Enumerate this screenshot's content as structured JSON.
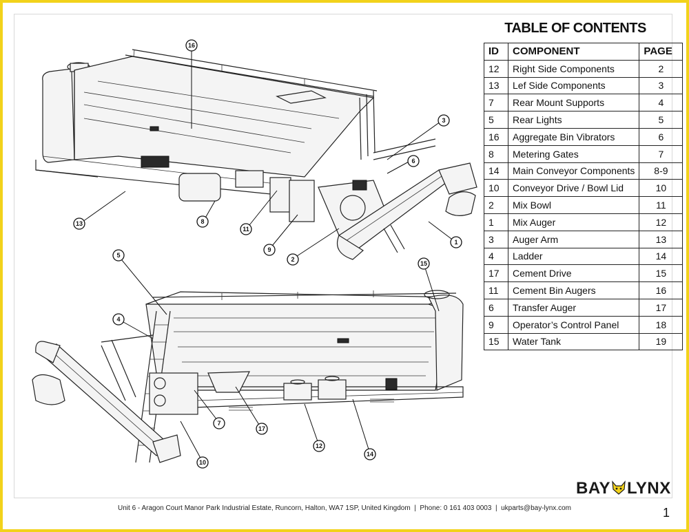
{
  "toc": {
    "title": "TABLE OF CONTENTS",
    "headers": {
      "id": "ID",
      "component": "COMPONENT",
      "page": "PAGE"
    },
    "rows": [
      {
        "id": "12",
        "component": "Right Side Components",
        "page": "2"
      },
      {
        "id": "13",
        "component": "Lef Side Components",
        "page": "3"
      },
      {
        "id": "7",
        "component": "Rear Mount Supports",
        "page": "4"
      },
      {
        "id": "5",
        "component": "Rear Lights",
        "page": "5"
      },
      {
        "id": "16",
        "component": "Aggregate Bin Vibrators",
        "page": "6"
      },
      {
        "id": "8",
        "component": "Metering Gates",
        "page": "7"
      },
      {
        "id": "14",
        "component": "Main Conveyor Components",
        "page": "8-9"
      },
      {
        "id": "10",
        "component": "Conveyor Drive / Bowl Lid",
        "page": "10"
      },
      {
        "id": "2",
        "component": "Mix Bowl",
        "page": "11"
      },
      {
        "id": "1",
        "component": "Mix Auger",
        "page": "12"
      },
      {
        "id": "3",
        "component": "Auger Arm",
        "page": "13"
      },
      {
        "id": "4",
        "component": "Ladder",
        "page": "14"
      },
      {
        "id": "17",
        "component": "Cement Drive",
        "page": "15"
      },
      {
        "id": "11",
        "component": "Cement Bin Augers",
        "page": "16"
      },
      {
        "id": "6",
        "component": "Transfer Auger",
        "page": "17"
      },
      {
        "id": "9",
        "component": "Operator’s Control Panel",
        "page": "18"
      },
      {
        "id": "15",
        "component": "Water Tank",
        "page": "19"
      }
    ]
  },
  "callouts": {
    "top_view": [
      "16",
      "3",
      "6",
      "13",
      "8",
      "11",
      "9",
      "2",
      "1"
    ],
    "bottom_view": [
      "5",
      "15",
      "4",
      "7",
      "17",
      "10",
      "12",
      "14"
    ]
  },
  "logo": {
    "left": "BAY",
    "right": "LYNX"
  },
  "footer": {
    "address": "Unit 6 - Aragon Court Manor Park Industrial Estate, Runcorn, Halton, WA7 1SP, United Kingdom",
    "phone": "Phone: 0 161 403 0003",
    "email": "ukparts@bay-lynx.com",
    "separator": "|"
  },
  "page_number": "1",
  "colors": {
    "border": "#f2d21b",
    "line": "#222222"
  }
}
